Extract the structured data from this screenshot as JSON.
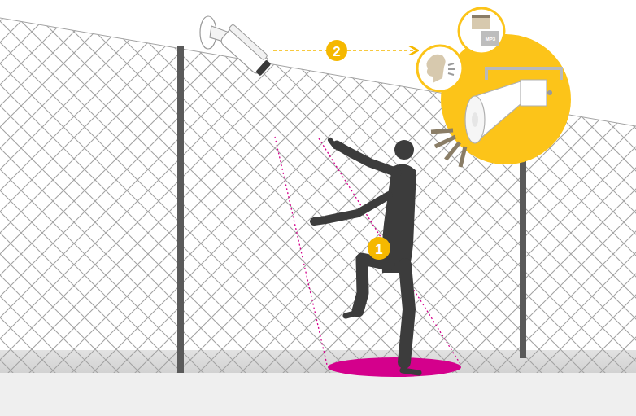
{
  "diagram": {
    "labels": [
      "2",
      "MP3",
      "1"
    ]
  }
}
